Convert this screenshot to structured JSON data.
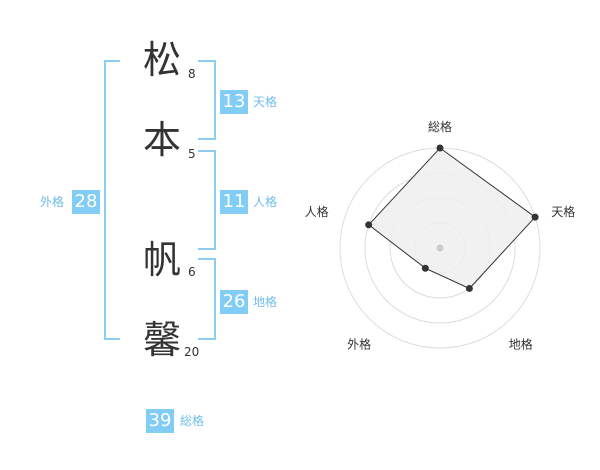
{
  "name": {
    "chars": [
      {
        "char": "松",
        "strokes": "8"
      },
      {
        "char": "本",
        "strokes": "5"
      },
      {
        "char": "帆",
        "strokes": "6"
      },
      {
        "char": "馨",
        "strokes": "20"
      }
    ]
  },
  "scores": {
    "tenkaku": {
      "value": "13",
      "label": "天格"
    },
    "jinkaku": {
      "value": "11",
      "label": "人格"
    },
    "chikaku": {
      "value": "26",
      "label": "地格"
    },
    "gaikaku": {
      "value": "28",
      "label": "外格"
    },
    "soukaku": {
      "value": "39",
      "label": "総格"
    }
  },
  "chart_data": {
    "type": "radar",
    "axes": [
      "総格",
      "天格",
      "地格",
      "外格",
      "人格"
    ],
    "values": [
      4,
      4,
      2,
      1,
      3
    ],
    "max": 4,
    "rings": 4,
    "colors": {
      "fill": "#efefef",
      "stroke": "#333333",
      "grid": "#dddddd",
      "point": "#333333",
      "center": "#cccccc"
    }
  },
  "colors": {
    "accent": "#82cdf5",
    "bracket": "#8ecbf1",
    "label": "#6fbde9"
  }
}
